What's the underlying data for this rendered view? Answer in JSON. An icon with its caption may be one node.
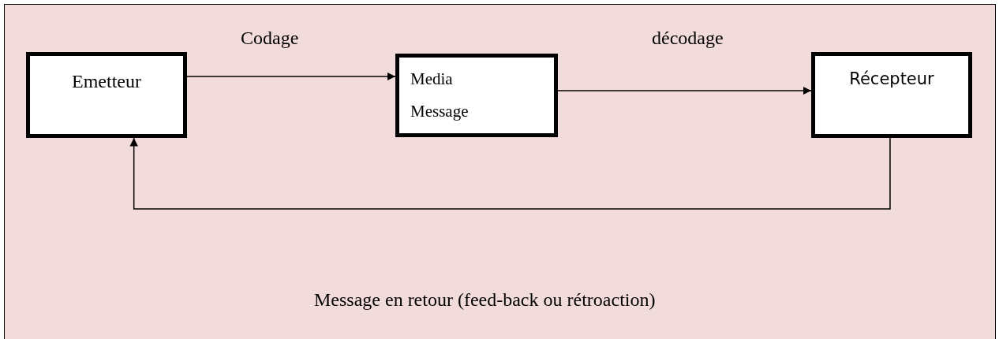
{
  "diagram": {
    "nodes": [
      {
        "text": [
          "Emetteur"
        ]
      },
      {
        "text": [
          "Media",
          "Message"
        ]
      },
      {
        "text": [
          "Récepteur"
        ]
      }
    ],
    "edges": [
      {
        "from": 0,
        "to": 1,
        "arrow": "to"
      },
      {
        "from": 1,
        "to": 2,
        "arrow": "to"
      },
      {
        "from": 2,
        "to": 0,
        "arrow": "to"
      }
    ],
    "labels": [
      "Codage",
      "décodage",
      "Message en retour (feed-back ou rétroaction)"
    ]
  }
}
